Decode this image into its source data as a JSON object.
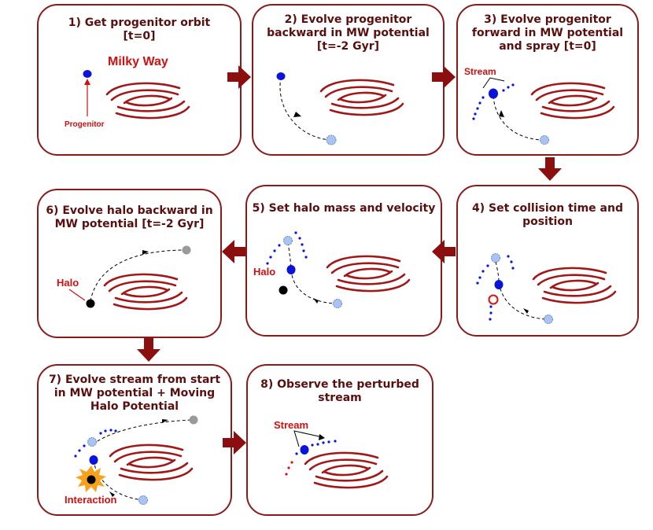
{
  "colors": {
    "border": "#8b1a1a",
    "title": "#5a0f0f",
    "label_red": "#cc1111",
    "progenitor_blue": "#0a14d8",
    "past_blue": "#a9c4f0",
    "halo_black": "#000000",
    "halo_past_grey": "#9a9a9a",
    "galaxy_red": "#a01818",
    "flow_arrow": "#8b0f0f",
    "interaction_orange": "#f7a21b"
  },
  "panels": [
    {
      "step": "1)",
      "title": "Get progenitor orbit\n[t=0]"
    },
    {
      "step": "2)",
      "title": "Evolve progenitor\nbackward in MW potential\n[t=-2 Gyr]"
    },
    {
      "step": "3)",
      "title": "Evolve progenitor\nforward in MW potential\nand spray [t=0]"
    },
    {
      "step": "4)",
      "title": "Set collision time and\nposition"
    },
    {
      "step": "5)",
      "title": "Set halo mass and velocity"
    },
    {
      "step": "6)",
      "title": "Evolve halo backward in\nMW potential [t=-2 Gyr]"
    },
    {
      "step": "7)",
      "title": "Evolve stream from start\nin MW potential + Moving\nHalo Potential"
    },
    {
      "step": "8)",
      "title": "Observe the perturbed\nstream"
    }
  ],
  "labels": {
    "milky_way": "Milky Way",
    "progenitor": "Progenitor",
    "stream": "Stream",
    "halo": "Halo",
    "interaction": "Interaction"
  },
  "icons": [
    "galaxy-icon",
    "flow-arrow-right",
    "flow-arrow-down",
    "flow-arrow-left",
    "interaction-burst-icon"
  ]
}
